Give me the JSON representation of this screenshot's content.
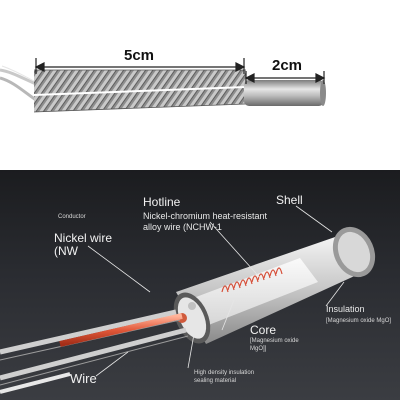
{
  "top": {
    "length_label": "5cm",
    "sheath_label": "2cm"
  },
  "diagram": {
    "conductor": "Conductor",
    "nickel_wire_line1": "Nickel wire",
    "nickel_wire_line2": "(NW",
    "hotline": "Hotline",
    "nichrome_line1": "Nickel-chromium heat-resistant",
    "nichrome_line2": "alloy wire (NCHW-1",
    "shell": "Shell",
    "insulation": "Insulation",
    "insulation_material": "[Magnesium oxide MgO]",
    "core": "Core",
    "core_line1": "[Magnesium oxide",
    "core_line2": "MgO]]",
    "seal_line1": "High density insulation",
    "seal_line2": "sealing material",
    "wire": "Wire"
  }
}
